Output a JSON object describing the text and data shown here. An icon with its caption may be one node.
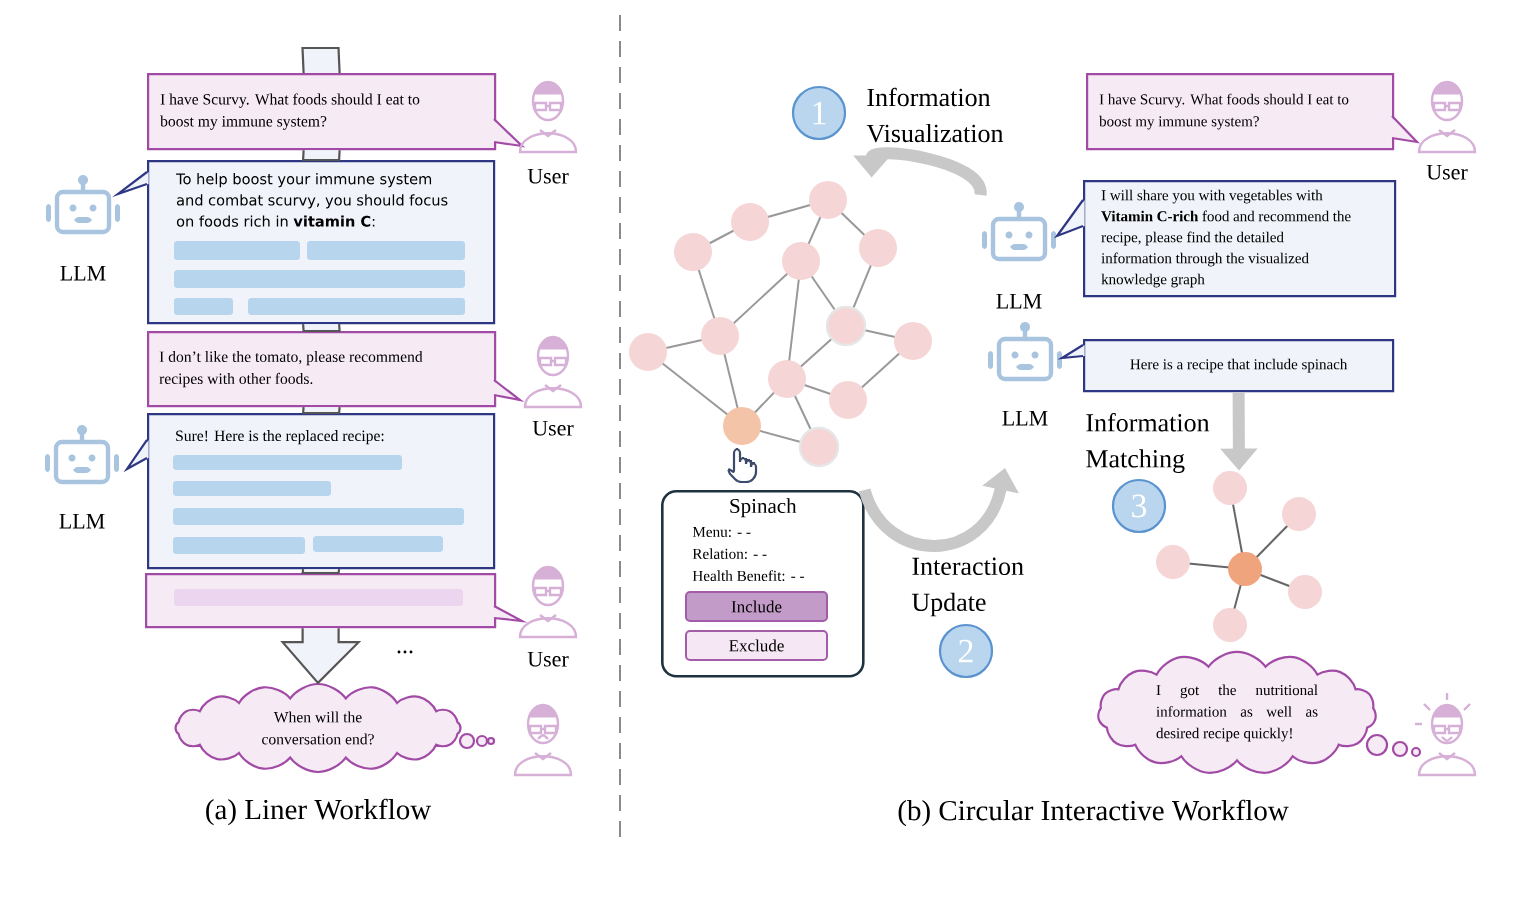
{
  "diagram": {
    "nodes": [
      {
        "text": [
          "I have Scurvy. What foods should I eat to boost my immune system?"
        ]
      },
      {
        "text": [
          "To help boost your immune system and combat scurvy, you should focus on foods rich in **vitamin C**:"
        ]
      },
      {
        "text": [
          "I don’t like the tomato, please recommend recipes with other foods."
        ]
      },
      {
        "text": [
          "Sure! Here is the replaced recipe:"
        ]
      },
      {
        "text": [],
        "shape": "box"
      },
      {
        "text": [
          "When will the conversation end?"
        ]
      },
      {
        "text": [
          "User"
        ]
      },
      {
        "text": [
          "LLM"
        ]
      },
      {
        "text": [
          "User"
        ]
      },
      {
        "text": [
          "LLM"
        ]
      },
      {
        "text": [
          "User"
        ]
      },
      {
        "text": [],
        "shape": "person"
      },
      {
        "text": [
          "1"
        ],
        "beside": [
          "Information Visualization"
        ]
      },
      {
        "text": [],
        "shape": "picture"
      },
      {
        "text": [
          "Spinach",
          "Menu: - -",
          "Relation: - -",
          "Health Benefit: - -"
        ]
      },
      {
        "text": [
          "Include"
        ],
        "in": 14
      },
      {
        "text": [
          "Exclude"
        ],
        "in": 14
      },
      {
        "text": [
          "2"
        ],
        "beside": [
          "Interaction Update"
        ]
      },
      {
        "text": [
          "I have Scurvy. What foods should I eat to boost my immune system?"
        ]
      },
      {
        "text": [
          "User"
        ]
      },
      {
        "text": [
          "LLM"
        ]
      },
      {
        "text": [
          "I will share you with vegetables with **Vitamin C-rich** food and recommend the recipe, please find the detailed information through the visualized knowledge graph"
        ]
      },
      {
        "text": [
          "LLM"
        ]
      },
      {
        "text": [
          "Here is a recipe that include spinach"
        ]
      },
      {
        "text": [
          "3"
        ],
        "beside": [
          "Information Matching"
        ]
      },
      {
        "text": [],
        "shape": "picture"
      },
      {
        "text": [
          "I got the nutritional information as well as desired recipe quickly!"
        ]
      },
      {
        "text": [],
        "shape": "person"
      }
    ],
    "edges": [
      {
        "from": 0,
        "to": 1,
        "arrow": "none"
      },
      {
        "from": 1,
        "to": 2,
        "arrow": "none"
      },
      {
        "from": 2,
        "to": 3,
        "arrow": "none"
      },
      {
        "from": 3,
        "to": 4,
        "arrow": "none"
      },
      {
        "from": 4,
        "to": 5,
        "arrow": "to"
      },
      {
        "from": null,
        "to": 0,
        "arrow": "none"
      },
      {
        "from": 20,
        "to": 13,
        "arrow": "to",
        "style": "thick",
        "color": "#c8c8c8"
      },
      {
        "from": 14,
        "to": null,
        "arrow": "to",
        "style": "thick",
        "color": "#c8c8c8"
      },
      {
        "from": 23,
        "to": 25,
        "arrow": "to",
        "style": "thick",
        "color": "#c8c8c8"
      }
    ],
    "labels": [
      "...",
      "(a) Liner Workflow",
      "(b) Circular Interactive Workflow"
    ]
  }
}
